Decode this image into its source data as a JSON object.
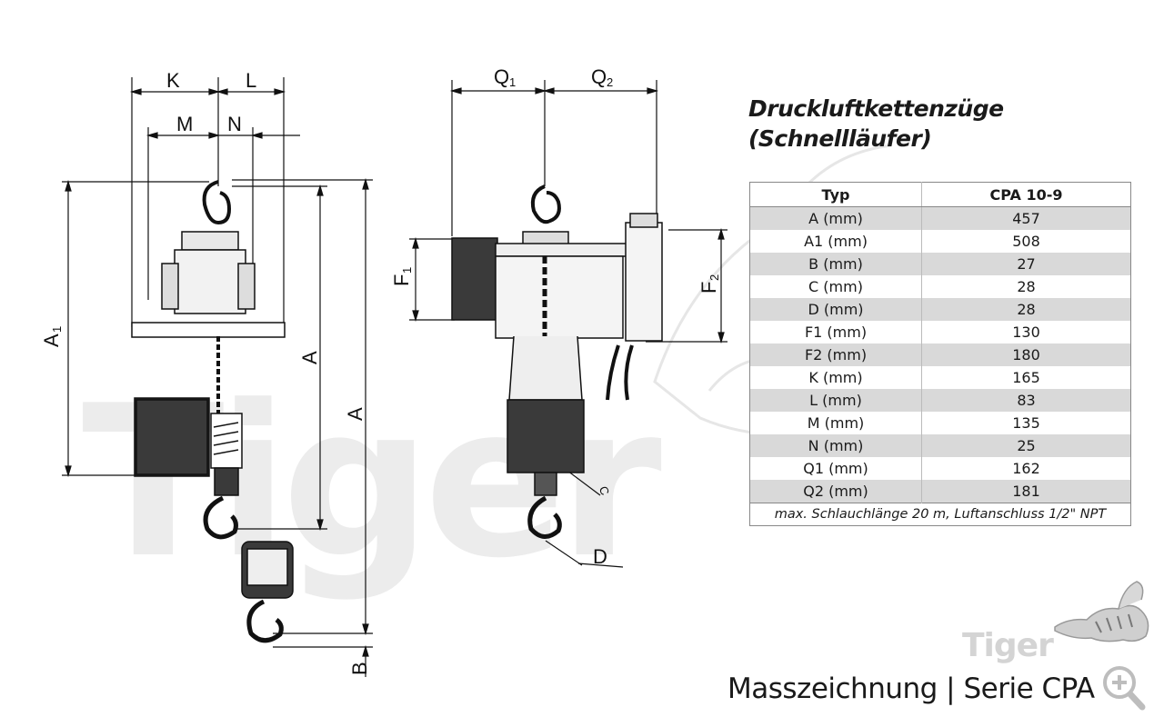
{
  "title": {
    "line1": "Druckluftkettenzüge",
    "line2": "(Schnellläufer)"
  },
  "table": {
    "headers": [
      "Typ",
      "CPA 10-9"
    ],
    "rows": [
      {
        "label": "A (mm)",
        "value": "457"
      },
      {
        "label": "A1 (mm)",
        "value": "508"
      },
      {
        "label": "B (mm)",
        "value": "27"
      },
      {
        "label": "C (mm)",
        "value": "28"
      },
      {
        "label": "D (mm)",
        "value": "28"
      },
      {
        "label": "F1 (mm)",
        "value": "130"
      },
      {
        "label": "F2 (mm)",
        "value": "180"
      },
      {
        "label": "K (mm)",
        "value": "165"
      },
      {
        "label": "L (mm)",
        "value": "83"
      },
      {
        "label": "M (mm)",
        "value": "135"
      },
      {
        "label": "N (mm)",
        "value": "25"
      },
      {
        "label": "Q1 (mm)",
        "value": "162"
      },
      {
        "label": "Q2 (mm)",
        "value": "181"
      }
    ],
    "note": "max. Schlauchlänge 20 m, Luftanschluss 1/2\" NPT"
  },
  "footer": "Masszeichnung | Serie CPA",
  "brand": "Tiger",
  "watermark": "Tiger",
  "drawing_labels": {
    "K": "K",
    "L": "L",
    "M": "M",
    "N": "N",
    "A1_main": "A",
    "A1_sub": "1",
    "A_inner": "A",
    "A_outer": "A",
    "B": "B",
    "Q1_main": "Q",
    "Q1_sub": "1",
    "Q2_main": "Q",
    "Q2_sub": "2",
    "F1_main": "F",
    "F1_sub": "1",
    "F2_main": "F",
    "F2_sub": "2",
    "C": "C",
    "D": "D"
  },
  "icons": {
    "zoom": "zoom-in-icon",
    "logo": "tiger-logo-icon"
  },
  "colors": {
    "stripe": "#d9d9d9",
    "watermark": "#ebebeb",
    "line": "#111111"
  }
}
